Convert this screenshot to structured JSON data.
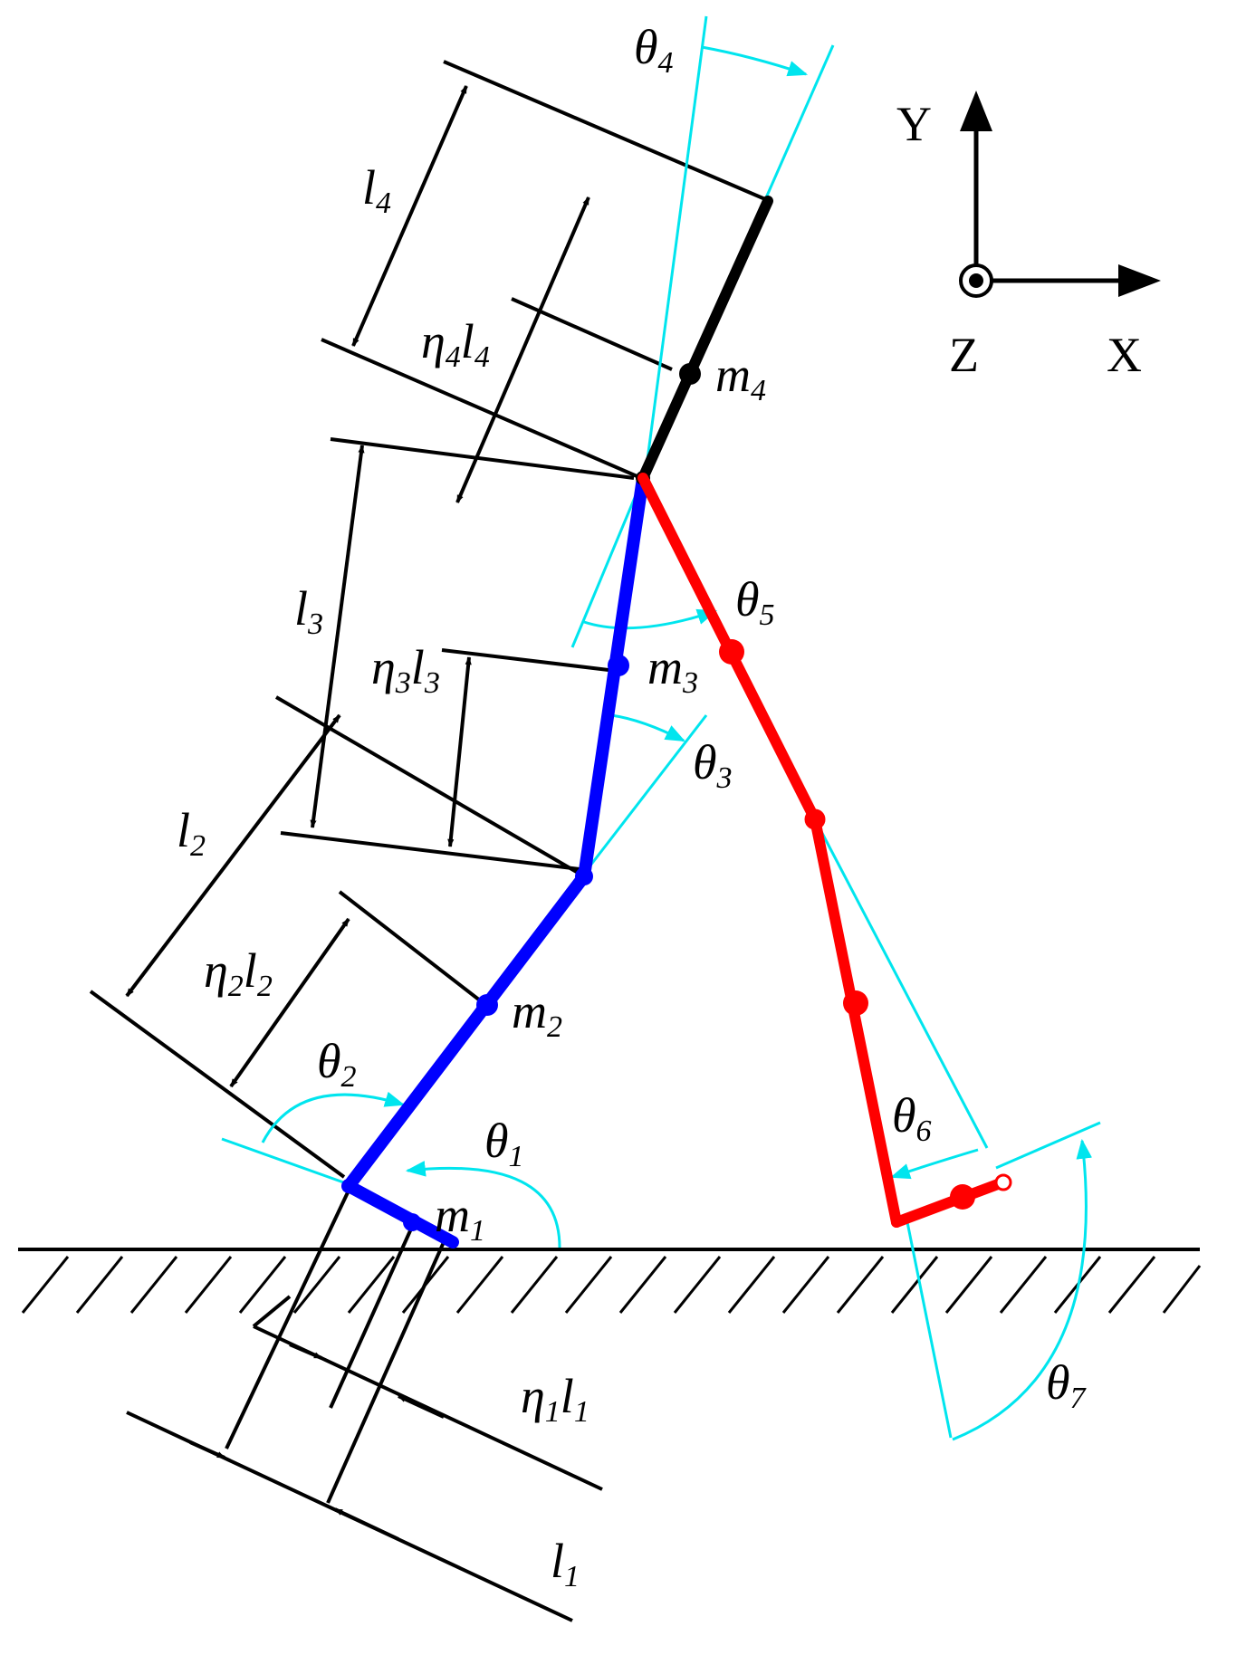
{
  "colors": {
    "support_leg": "#0000ff",
    "swing_leg": "#ff0000",
    "torso": "#000000",
    "angle_marks": "#00e5ee",
    "dimension_lines": "#000000",
    "ground": "#000000"
  },
  "axes": {
    "x": "X",
    "y": "Y",
    "z": "Z"
  },
  "lengths": [
    {
      "base": "l",
      "sub": "1"
    },
    {
      "base": "l",
      "sub": "2"
    },
    {
      "base": "l",
      "sub": "3"
    },
    {
      "base": "l",
      "sub": "4"
    }
  ],
  "com_distances": [
    {
      "eta": "η",
      "sub": "1",
      "base": "l",
      "sub2": "1"
    },
    {
      "eta": "η",
      "sub": "2",
      "base": "l",
      "sub2": "2"
    },
    {
      "eta": "η",
      "sub": "3",
      "base": "l",
      "sub2": "3"
    },
    {
      "eta": "η",
      "sub": "4",
      "base": "l",
      "sub2": "4"
    }
  ],
  "masses": [
    {
      "base": "m",
      "sub": "1"
    },
    {
      "base": "m",
      "sub": "2"
    },
    {
      "base": "m",
      "sub": "3"
    },
    {
      "base": "m",
      "sub": "4"
    }
  ],
  "angles": [
    {
      "base": "θ",
      "sub": "1"
    },
    {
      "base": "θ",
      "sub": "2"
    },
    {
      "base": "θ",
      "sub": "3"
    },
    {
      "base": "θ",
      "sub": "4"
    },
    {
      "base": "θ",
      "sub": "5"
    },
    {
      "base": "θ",
      "sub": "6"
    },
    {
      "base": "θ",
      "sub": "7"
    }
  ]
}
